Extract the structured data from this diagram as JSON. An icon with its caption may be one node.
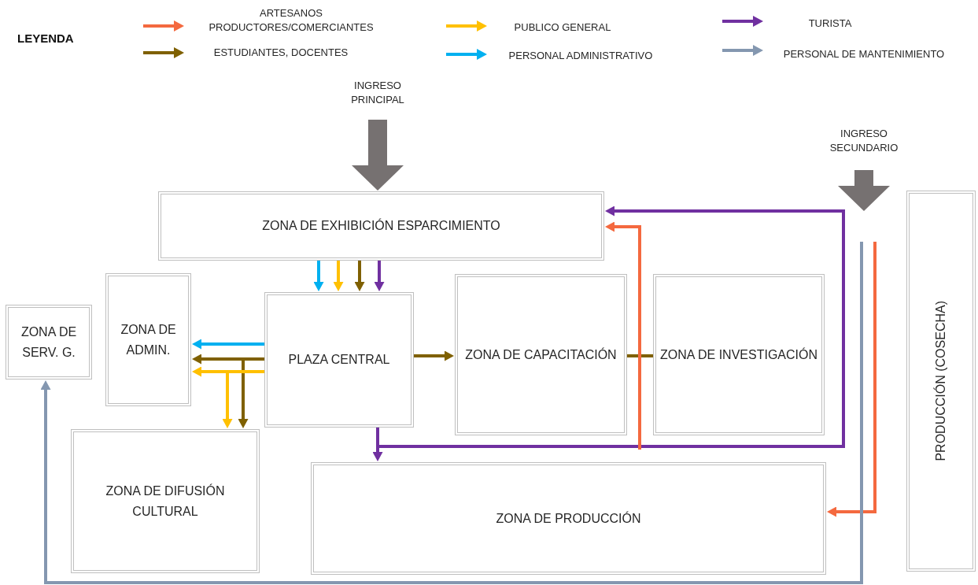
{
  "diagram": {
    "nodes": [
      {
        "text": [
          "ZONA DE EXHIBICIÓN ESPARCIMIENTO"
        ]
      },
      {
        "text": [
          "ZONA DE SERV. G."
        ]
      },
      {
        "text": [
          "ZONA DE ADMIN."
        ]
      },
      {
        "text": [
          "PLAZA CENTRAL"
        ]
      },
      {
        "text": [
          "ZONA DE CAPACITACIÓN"
        ]
      },
      {
        "text": [
          "ZONA DE INVESTIGACIÓN"
        ]
      },
      {
        "text": [
          "ZONA DE DIFUSIÓN CULTURAL"
        ]
      },
      {
        "text": [
          "ZONA DE PRODUCCIÓN"
        ]
      },
      {
        "text": [
          "PRODUCCIÓN (COSECHA)"
        ]
      },
      {
        "text": [
          "INGRESO PRINCIPAL"
        ]
      },
      {
        "text": [
          "INGRESO SECUNDARIO"
        ]
      }
    ],
    "edges": [
      {
        "from": 0,
        "to": 3,
        "arrow": "to",
        "color": "#00b0f0"
      },
      {
        "from": 0,
        "to": 3,
        "arrow": "to",
        "color": "#ffc000"
      },
      {
        "from": 0,
        "to": 3,
        "arrow": "to"
      },
      {
        "from": 0,
        "to": 3,
        "arrow": "to",
        "color": "#7030a0"
      },
      {
        "from": 3,
        "to": 2,
        "arrow": "to",
        "color": "#00b0f0"
      },
      {
        "from": 3,
        "to": 2,
        "arrow": "to"
      },
      {
        "from": 3,
        "to": 2,
        "arrow": "to",
        "color": "#ffc000"
      },
      {
        "from": 3,
        "to": 6,
        "arrow": "to"
      },
      {
        "from": 3,
        "to": 6,
        "arrow": "to",
        "color": "#ffc000"
      },
      {
        "from": 3,
        "to": 4,
        "arrow": "to"
      },
      {
        "from": 4,
        "to": 5,
        "arrow": "none"
      },
      {
        "from": 3,
        "to": 7,
        "arrow": "to",
        "color": "#7030a0"
      },
      {
        "from": 3,
        "to": 0,
        "arrow": "to",
        "color": "#7030a0"
      },
      {
        "from": null,
        "to": 0,
        "arrow": "to",
        "color": "#f4693f"
      },
      {
        "from": null,
        "to": 7,
        "arrow": "to",
        "color": "#f4693f"
      },
      {
        "from": null,
        "to": 1,
        "arrow": "to",
        "color": "#8497b0"
      },
      {
        "from": 9,
        "to": 0,
        "arrow": "to",
        "style": "thick",
        "color": "#767171"
      }
    ],
    "labels": [
      "LEYENDA"
    ],
    "legend": [
      {
        "text": "ARTESANOS PRODUCTORES/COMERCIANTES",
        "color": "#f4693f"
      },
      {
        "text": "ESTUDIANTES, DOCENTES",
        "color": "#7f6000"
      },
      {
        "text": "PUBLICO GENERAL",
        "color": "#ffc000"
      },
      {
        "text": "PERSONAL ADMINISTRATIVO",
        "color": "#00b0f0"
      },
      {
        "text": "TURISTA",
        "color": "#7030a0"
      },
      {
        "text": "PERSONAL DE MANTENIMIENTO",
        "color": "#8497b0"
      }
    ]
  }
}
